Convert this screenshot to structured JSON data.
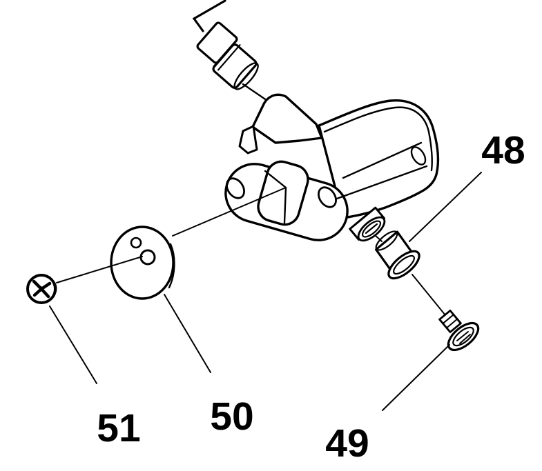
{
  "diagram": {
    "background_color": "#ffffff",
    "line_color": "#000000",
    "callouts": [
      {
        "label": "48"
      },
      {
        "label": "49"
      },
      {
        "label": "50"
      },
      {
        "label": "51"
      }
    ]
  }
}
